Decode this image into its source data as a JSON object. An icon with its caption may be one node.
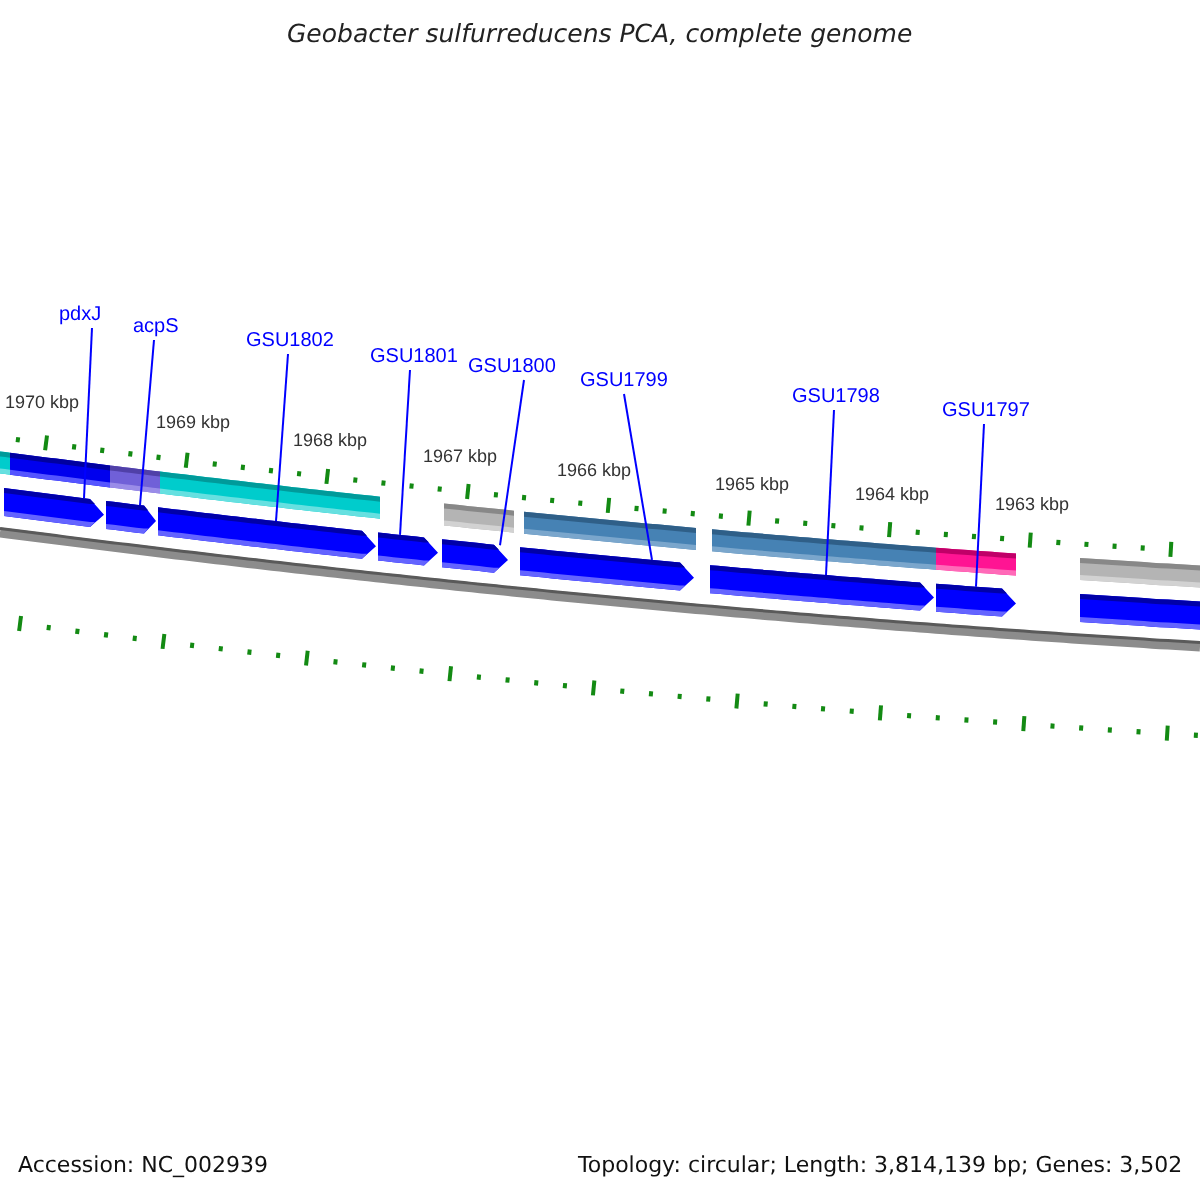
{
  "diagram": {
    "title": "Geobacter sulfurreducens PCA, complete genome",
    "nodes": [
      {
        "text": [
          "pdxJ"
        ]
      },
      {
        "text": [
          "acpS"
        ]
      },
      {
        "text": [
          "GSU1802"
        ]
      },
      {
        "text": [
          "GSU1801"
        ]
      },
      {
        "text": [
          "GSU1800"
        ]
      },
      {
        "text": [
          "GSU1799"
        ]
      },
      {
        "text": [
          "GSU1798"
        ]
      },
      {
        "text": [
          "GSU1797"
        ]
      },
      {
        "text": [],
        "shape": "pentagon"
      },
      {
        "text": [],
        "shape": "pentagon"
      },
      {
        "text": [],
        "shape": "pentagon"
      },
      {
        "text": [],
        "shape": "pentagon"
      },
      {
        "text": [],
        "shape": "pentagon"
      },
      {
        "text": [],
        "shape": "pentagon"
      },
      {
        "text": [],
        "shape": "pentagon"
      },
      {
        "text": [],
        "shape": "pentagon"
      },
      {
        "text": [],
        "shape": "pentagon"
      }
    ],
    "edges": [
      {
        "from": 0,
        "to": 8,
        "arrow": "none"
      },
      {
        "from": 1,
        "to": 9,
        "arrow": "none"
      },
      {
        "from": 2,
        "to": 10,
        "arrow": "none"
      },
      {
        "from": 3,
        "to": 11,
        "arrow": "none"
      },
      {
        "from": 4,
        "to": 12,
        "arrow": "none"
      },
      {
        "from": 5,
        "to": 13,
        "arrow": "none"
      },
      {
        "from": 6,
        "to": 14,
        "arrow": "none"
      },
      {
        "from": 7,
        "to": 15,
        "arrow": "none"
      }
    ],
    "labels": [
      "1970 kbp",
      "1969 kbp",
      "1968 kbp",
      "1967 kbp",
      "1966 kbp",
      "1965 kbp",
      "1964 kbp",
      "1963 kbp",
      "Accession: NC_002939",
      "Topology: circular; Length: 3,814,139 bp; Genes: 3,502"
    ]
  }
}
